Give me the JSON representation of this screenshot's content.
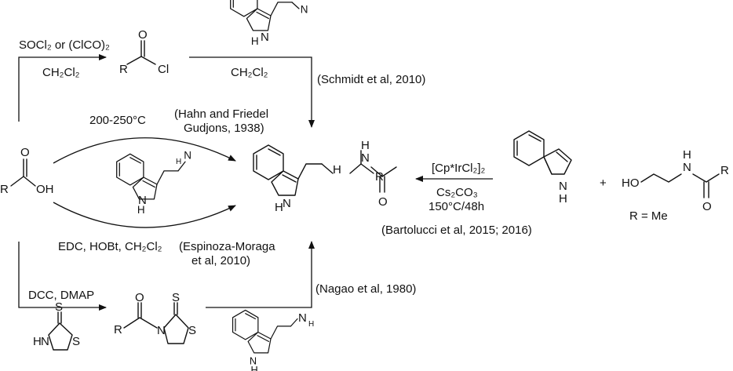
{
  "colors": {
    "ink": "#111111",
    "background": "#ffffff"
  },
  "atoms": {
    "nh": "NH",
    "h": "H",
    "n": "N",
    "o": "O",
    "oh": "OH",
    "ho": "HO",
    "cl": "Cl",
    "r": "R",
    "s": "S"
  },
  "reagents": {
    "acid_chloride_formation": {
      "line1": "SOCl₂ or (ClCO)₂",
      "line2": "CH₂Cl₂"
    },
    "amidation_solvent": "CH₂Cl₂",
    "thermal": "200-250°C",
    "coupling": "EDC, HOBt, CH₂Cl₂",
    "thiazolidine_activation": "DCC, DMAP",
    "iridium": {
      "catalyst": "[Cp*IrCl₂]₂",
      "base": "Cs₂CO₃",
      "conditions": "150°C/48h"
    },
    "plus": "+",
    "r_definition": "R = Me"
  },
  "references": {
    "schmidt": "(Schmidt et al, 2010)",
    "hahn": [
      "(Hahn and Friedel",
      "Gudjons, 1938)"
    ],
    "espinoza": [
      "(Espinoza-Moraga",
      "et al, 2010)"
    ],
    "nagao": "(Nagao et al, 1980)",
    "bartolucci": "(Bartolucci et al, 2015; 2016)"
  }
}
